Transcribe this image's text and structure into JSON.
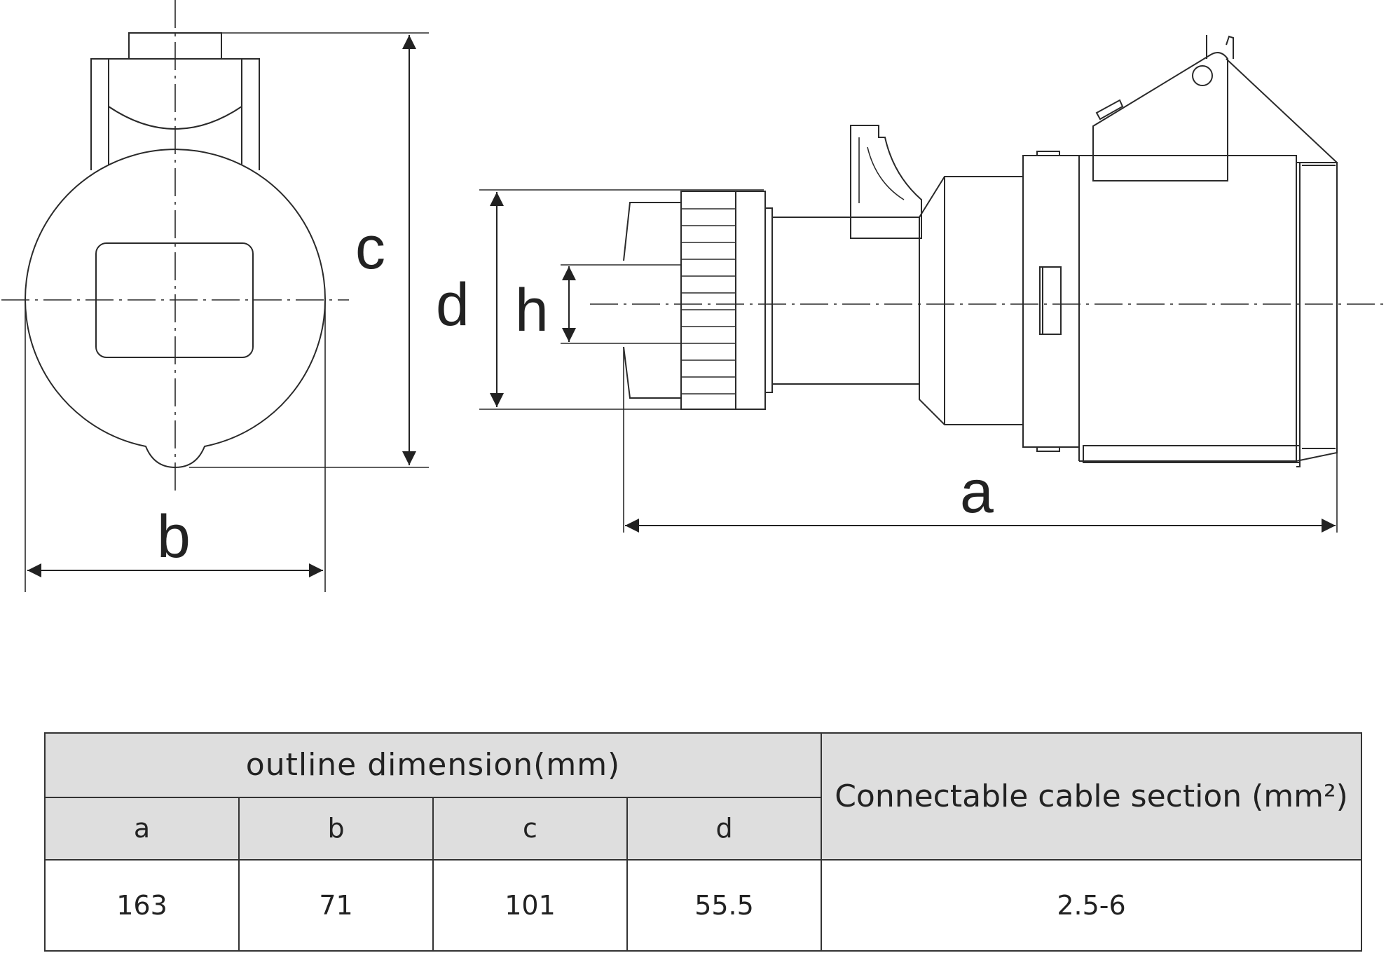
{
  "labels": {
    "a": "a",
    "b": "b",
    "c": "c",
    "d": "d",
    "h": "h"
  },
  "table": {
    "title": "outline dimension(mm)",
    "cable_header": "Connectable cable section (mm²)",
    "columns": [
      "a",
      "b",
      "c",
      "d"
    ],
    "values": [
      "163",
      "71",
      "101",
      "55.5"
    ],
    "cable_value": "2.5-6"
  }
}
